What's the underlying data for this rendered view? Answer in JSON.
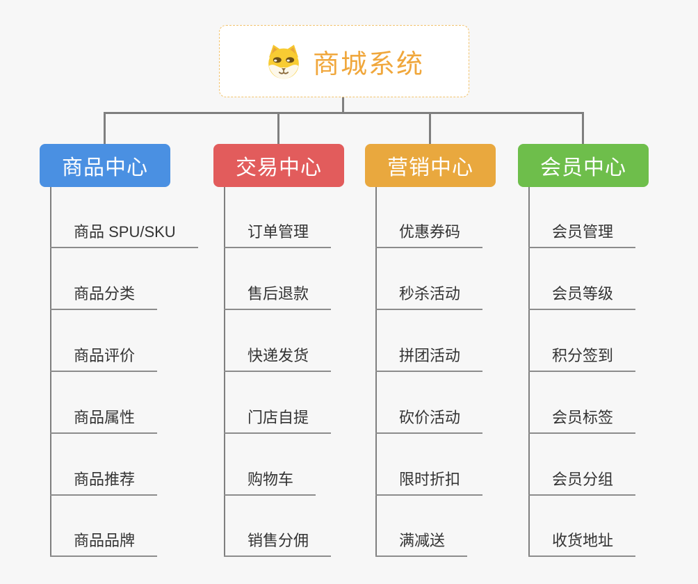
{
  "canvas": {
    "background": "#F7F7F7",
    "connector_color": "#7F7F7F",
    "underline_color": "#8C8C8C",
    "leaf_text_color": "#333333"
  },
  "root": {
    "title": "商城系统",
    "icon": "shiba-dog-icon",
    "text_color": "#F0A73C",
    "border_color": "#F2C26B",
    "background": "#FFFFFF"
  },
  "branches": [
    {
      "label": "商品中心",
      "color": "#4A90E2",
      "children": [
        "商品 SPU/SKU",
        "商品分类",
        "商品评价",
        "商品属性",
        "商品推荐",
        "商品品牌"
      ]
    },
    {
      "label": "交易中心",
      "color": "#E25C5C",
      "children": [
        "订单管理",
        "售后退款",
        "快递发货",
        "门店自提",
        "购物车",
        "销售分佣"
      ]
    },
    {
      "label": "营销中心",
      "color": "#E9A83E",
      "children": [
        "优惠券码",
        "秒杀活动",
        "拼团活动",
        "砍价活动",
        "限时折扣",
        "满减送"
      ]
    },
    {
      "label": "会员中心",
      "color": "#6EBE4B",
      "children": [
        "会员管理",
        "会员等级",
        "积分签到",
        "会员标签",
        "会员分组",
        "收货地址"
      ]
    }
  ]
}
